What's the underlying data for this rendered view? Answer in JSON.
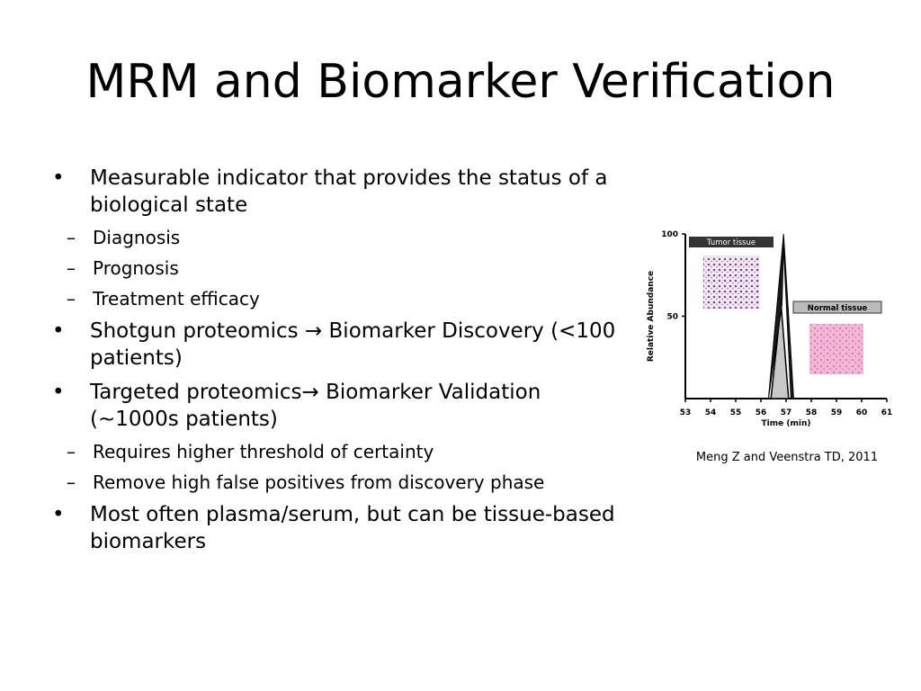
{
  "slide": {
    "title": "MRM and Biomarker Verification",
    "bullet_glyph": "•",
    "dash_glyph": "–",
    "arrow_glyph": "→",
    "bullets": [
      {
        "text": "Measurable indicator that provides the status of a biological state",
        "subs": [
          "Diagnosis",
          "Prognosis",
          "Treatment efficacy"
        ]
      },
      {
        "text_before": "Shotgun proteomics ",
        "text_after": " Biomarker Discovery (<100 patients)"
      },
      {
        "text_before": "Targeted proteomics",
        "text_after": " Biomarker Validation (~1000s patients)",
        "subs": [
          "Requires higher threshold of certainty",
          "Remove high false positives from discovery phase"
        ]
      },
      {
        "text": "Most often plasma/serum, but can be tissue-based biomarkers"
      }
    ],
    "caption": "Meng Z and Veenstra TD, 2011"
  },
  "chart_data": {
    "type": "area",
    "ylabel": "Relative Abundance",
    "xlabel": "Time (min)",
    "xlim": [
      53,
      61
    ],
    "ylim": [
      0,
      100
    ],
    "x_ticks": [
      "53",
      "54",
      "55",
      "56",
      "57",
      "58",
      "59",
      "60",
      "61"
    ],
    "y_ticks": [
      "100",
      "50"
    ],
    "series": [
      {
        "name": "Tumor tissue",
        "peak_x": 56.9,
        "peak_y": 100,
        "start_x": 56.3,
        "end_x": 57.3,
        "color": "#1a1a1a"
      },
      {
        "name": "Normal tissue",
        "peak_x": 56.8,
        "peak_y": 57,
        "start_x": 56.4,
        "end_x": 57.1,
        "color": "#c8c8c8"
      }
    ],
    "tumor_image_color": "#b07ab8",
    "normal_image_color": "#e8a0c8"
  }
}
